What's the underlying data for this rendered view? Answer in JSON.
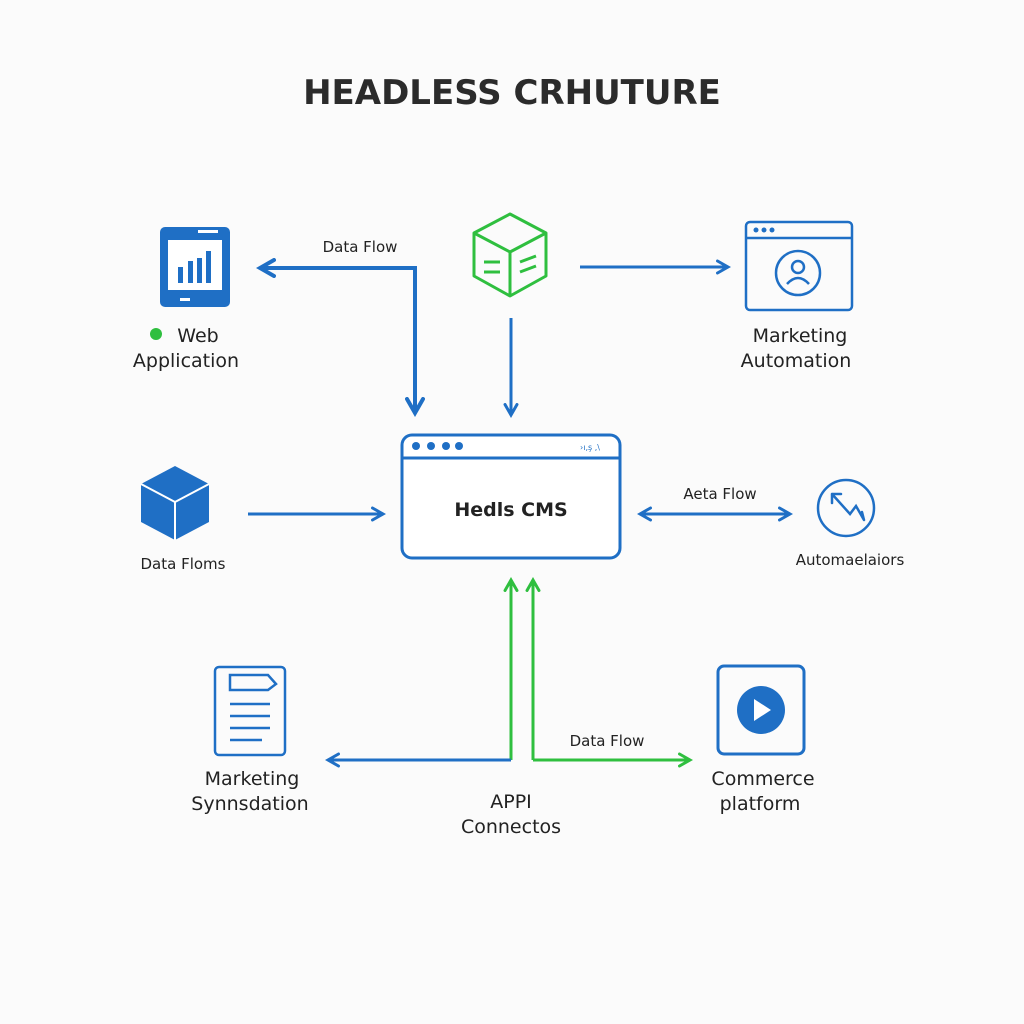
{
  "title": "HEADLESS CRHUTURE",
  "colors": {
    "blue": "#1f6fc5",
    "green": "#2fbf3f",
    "text": "#222222"
  },
  "center": {
    "label": "Hedls CMS",
    "header_glyphs": "›ı,ş ,\\"
  },
  "nodes": {
    "web_app": {
      "line1": "Web",
      "line2": "Application",
      "icon": "tablet-chart-icon"
    },
    "marketing_automation": {
      "line1": "Marketing",
      "line2": "Automation",
      "icon": "browser-user-icon"
    },
    "data_floms": {
      "label": "Data Floms",
      "icon": "cube-icon"
    },
    "automaelaiors": {
      "label": "Automaelaiors",
      "icon": "circle-arrows-icon"
    },
    "marketing_synd": {
      "line1": "Marketing",
      "line2": "Synnsdation",
      "icon": "document-icon"
    },
    "commerce": {
      "line1": "Commerce",
      "line2": "platform",
      "icon": "play-icon"
    },
    "api": {
      "line1": "APPI",
      "line2": "Connectos"
    },
    "source": {
      "icon": "green-cube-icon"
    }
  },
  "edge_labels": {
    "top_left": "Data Flow",
    "right": "Aeta Flow",
    "bottom_right": "Data Flow"
  }
}
